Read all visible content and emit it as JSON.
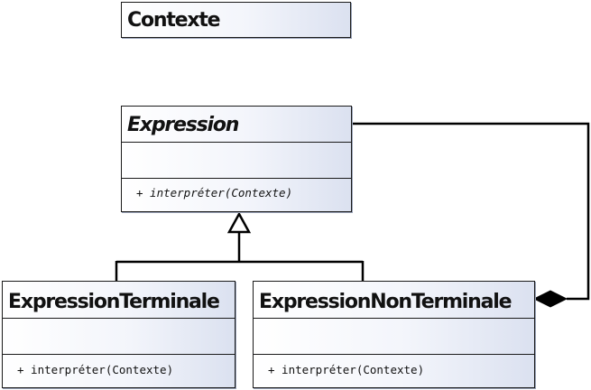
{
  "classes": {
    "contexte": {
      "name": "Contexte"
    },
    "expression": {
      "name": "Expression",
      "operation": "+ interpréter(Contexte)"
    },
    "expression_terminale": {
      "name": "ExpressionTerminale",
      "operation": "+ interpréter(Contexte)"
    },
    "expression_non_terminale": {
      "name": "ExpressionNonTerminale",
      "operation": "+ interpréter(Contexte)"
    }
  },
  "relationships": [
    {
      "type": "generalization",
      "from": "ExpressionTerminale",
      "to": "Expression"
    },
    {
      "type": "generalization",
      "from": "ExpressionNonTerminale",
      "to": "Expression"
    },
    {
      "type": "composition",
      "whole": "ExpressionNonTerminale",
      "part": "Expression"
    }
  ],
  "colors": {
    "line": "#000000",
    "class_fill_light": "#ffffff",
    "class_fill_dark": "#dbe1f0"
  }
}
